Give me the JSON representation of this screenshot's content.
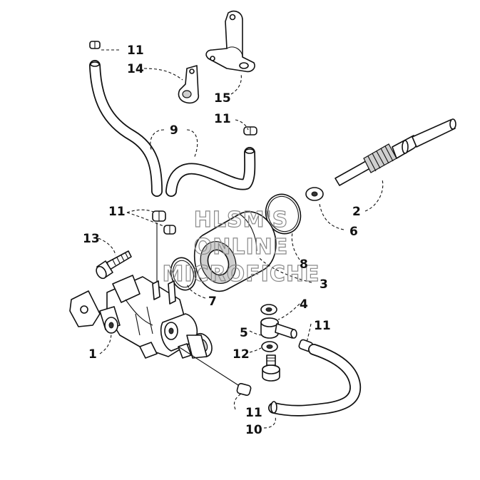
{
  "diagram": {
    "watermark_lines": [
      "HLSM'S",
      "ONLINE",
      "MICROFICHE"
    ],
    "callouts": {
      "c1": "1",
      "c2": "2",
      "c3": "3",
      "c4": "4",
      "c5": "5",
      "c6": "6",
      "c7": "7",
      "c8": "8",
      "c9": "9",
      "c10": "10",
      "c11_top": "11",
      "c11_mid": "11",
      "c11_left": "11",
      "c11_right": "11",
      "c11_bottom": "11",
      "c12": "12",
      "c13": "13",
      "c14": "14",
      "c15": "15"
    }
  }
}
